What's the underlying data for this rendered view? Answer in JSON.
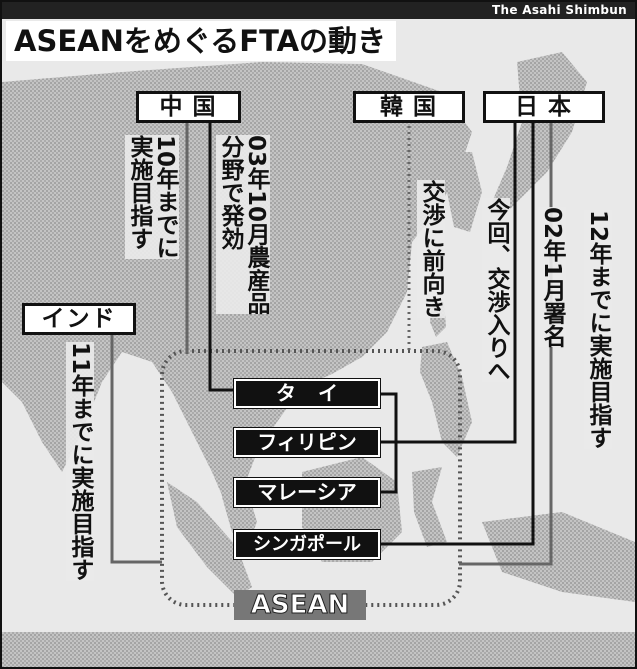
{
  "header": {
    "title": "ASEANをめぐるFTAの動き",
    "credit": "The Asahi Shimbun"
  },
  "countries": {
    "china": "中国",
    "korea": "韓国",
    "japan": "日本",
    "india": "インド"
  },
  "members": {
    "thailand": "タイ",
    "philippines": "フィリピン",
    "malaysia": "マレーシア",
    "singapore": "シンガポール"
  },
  "group_label": "ASEAN",
  "notes": {
    "china_2010": "10年までに\n実施目指す",
    "china_2003": "03年10月農産品\n分野で発効",
    "korea": "交渉に前向き",
    "japan_now": "今回、交渉入りへ",
    "japan_2002": "02年1月署名",
    "japan_2012": "12年までに実施目指す",
    "india": "11年までに実施目指す"
  },
  "colors": {
    "ink": "#111111",
    "map_land": "#bdbdbd",
    "map_sea": "#e9e9e9",
    "tag_bg": "#111111",
    "asean_tag": "#777777"
  }
}
